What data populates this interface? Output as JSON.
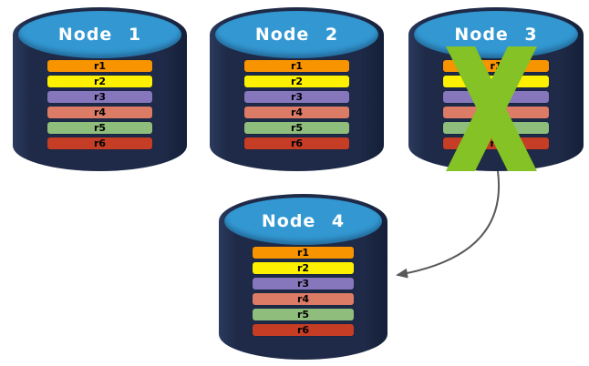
{
  "diagram": {
    "description": "Database replication diagram: four node cylinders with replicated rows; Node 3 failed (green X) and its data is copied to Node 4 via arrow",
    "cylinder": {
      "body_color": "#1e2a47",
      "top_color": "#3398d2"
    },
    "row_text_color": "#000000",
    "nodes": [
      {
        "label": "Node 1",
        "status": "healthy",
        "rows": [
          {
            "label": "r1",
            "color": "#f79400"
          },
          {
            "label": "r2",
            "color": "#fdf000"
          },
          {
            "label": "r3",
            "color": "#8677bd"
          },
          {
            "label": "r4",
            "color": "#dc7b66"
          },
          {
            "label": "r5",
            "color": "#8fbe7c"
          },
          {
            "label": "r6",
            "color": "#c63d26"
          }
        ]
      },
      {
        "label": "Node 2",
        "status": "healthy",
        "rows": [
          {
            "label": "r1",
            "color": "#f79400"
          },
          {
            "label": "r2",
            "color": "#fdf000"
          },
          {
            "label": "r3",
            "color": "#8677bd"
          },
          {
            "label": "r4",
            "color": "#dc7b66"
          },
          {
            "label": "r5",
            "color": "#8fbe7c"
          },
          {
            "label": "r6",
            "color": "#c63d26"
          }
        ]
      },
      {
        "label": "Node 3",
        "status": "failed",
        "rows": [
          {
            "label": "r1",
            "color": "#f79400"
          },
          {
            "label": "r2",
            "color": "#fdf000"
          },
          {
            "label": "r3",
            "color": "#8677bd"
          },
          {
            "label": "r4",
            "color": "#dc7b66"
          },
          {
            "label": "r5",
            "color": "#8fbe7c"
          },
          {
            "label": "r6",
            "color": "#c63d26"
          }
        ]
      },
      {
        "label": "Node 4",
        "status": "healthy",
        "rows": [
          {
            "label": "r1",
            "color": "#f79400"
          },
          {
            "label": "r2",
            "color": "#fdf000"
          },
          {
            "label": "r3",
            "color": "#8677bd"
          },
          {
            "label": "r4",
            "color": "#dc7b66"
          },
          {
            "label": "r5",
            "color": "#8fbe7c"
          },
          {
            "label": "r6",
            "color": "#c63d26"
          }
        ]
      }
    ],
    "failure_x": {
      "node": "Node 3",
      "color": "#84c225"
    },
    "arrow": {
      "from": "Node 3",
      "to": "Node 4",
      "color": "#595959"
    }
  }
}
